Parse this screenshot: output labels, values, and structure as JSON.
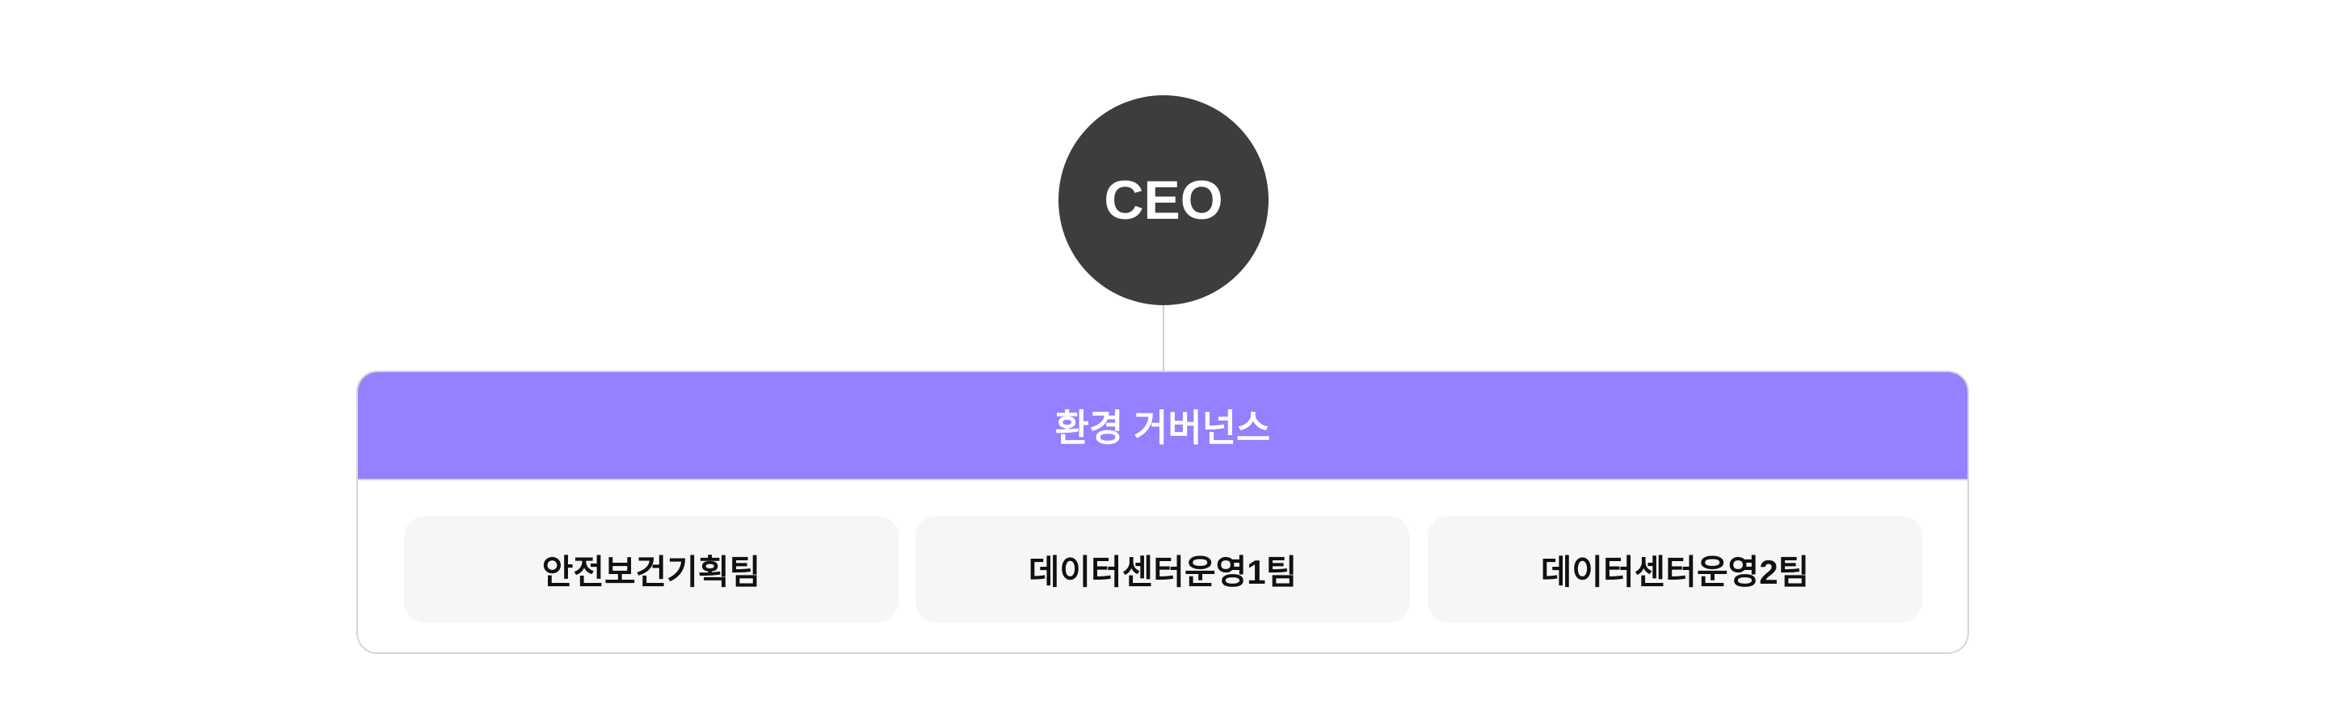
{
  "root": {
    "label": "CEO"
  },
  "group": {
    "title": "환경 거버넌스",
    "teams": [
      {
        "label": "안전보건기획팀"
      },
      {
        "label": "데이터센터운영1팀"
      },
      {
        "label": "데이터센터운영2팀"
      }
    ]
  },
  "colors": {
    "root": "#3d3d3d",
    "group_header": "#9580ff",
    "card": "#f5f6f8"
  }
}
